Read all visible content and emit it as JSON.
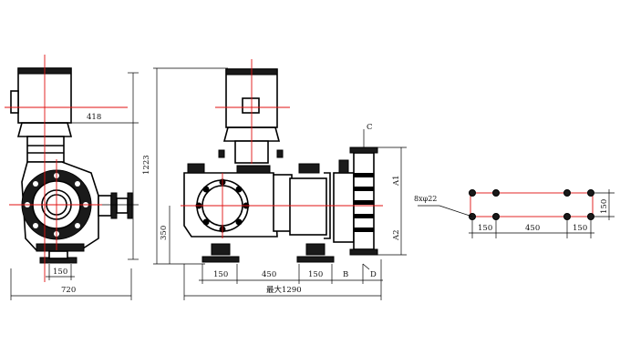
{
  "dimensions": {
    "side_offset": "418",
    "side_height": "1223",
    "side_foot_spacing": "150",
    "side_width": "720",
    "front_height": "350",
    "front_dim_1": "150",
    "front_dim_2": "450",
    "front_dim_3": "150",
    "front_dim_b": "B",
    "front_dim_d": "D",
    "front_total": "最大1290",
    "front_dim_c": "C",
    "front_a1": "A1",
    "front_a2": "A2",
    "base_holes": "8xφ22",
    "base_dim_1": "150",
    "base_dim_2": "450",
    "base_dim_3": "150",
    "base_height": "150"
  },
  "colors": {
    "line": "#000000",
    "centerline": "#e01010"
  }
}
